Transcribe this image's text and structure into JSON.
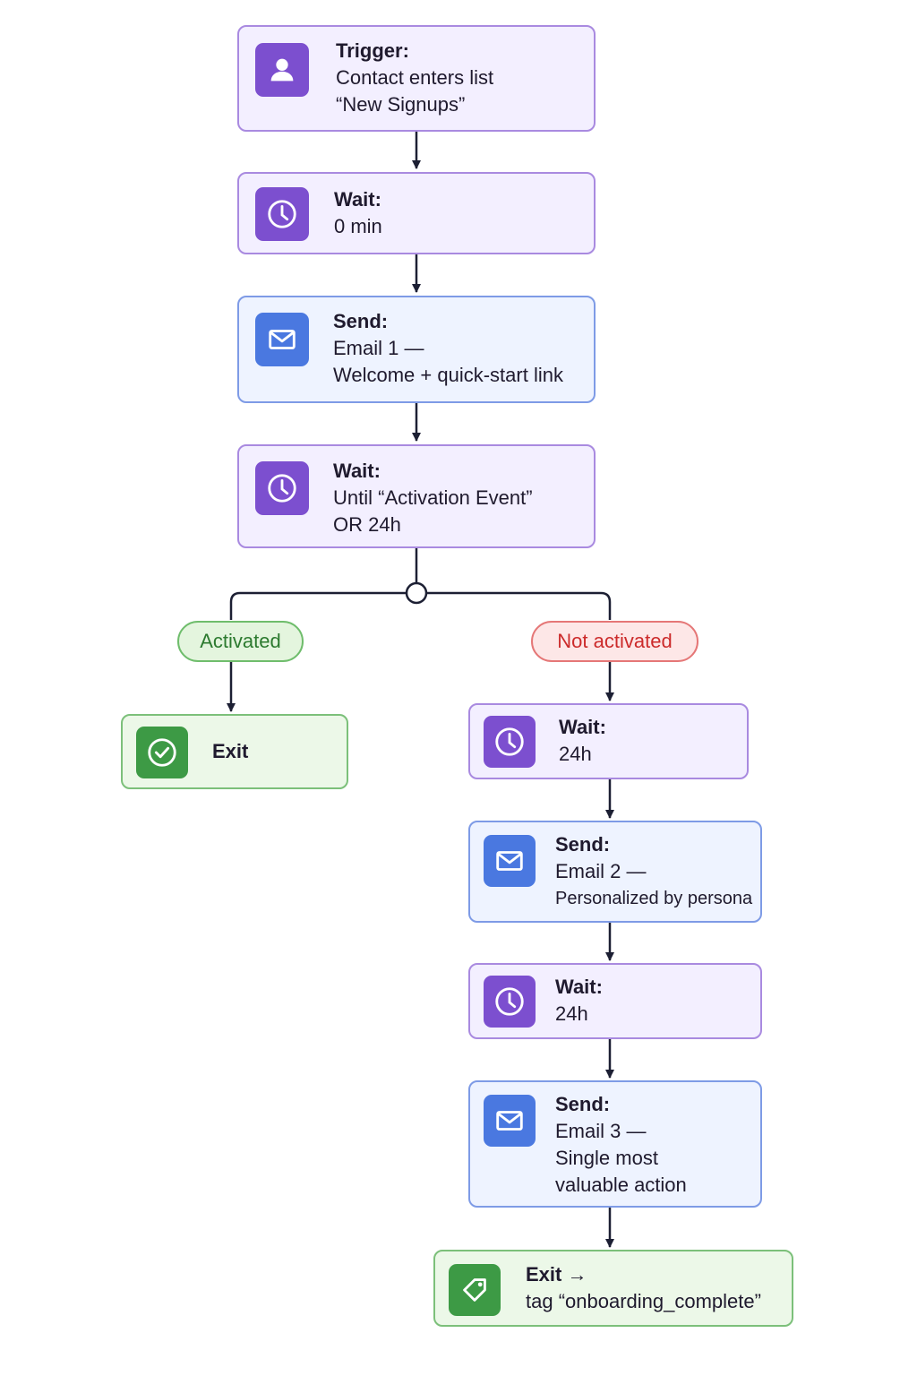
{
  "flow": {
    "trigger": {
      "title": "Trigger:",
      "lines": [
        "Contact enters list",
        "“New Signups”"
      ],
      "icon": "user-icon"
    },
    "wait_0": {
      "title": "Wait:",
      "lines": [
        "0 min"
      ],
      "icon": "clock-icon"
    },
    "send_1": {
      "title": "Send:",
      "lines": [
        "Email 1 —",
        "Welcome + quick-start link"
      ],
      "icon": "mail-icon"
    },
    "wait_activation": {
      "title": "Wait:",
      "lines": [
        "Until “Activation Event”",
        "OR 24h"
      ],
      "icon": "clock-icon"
    },
    "branch_activated": {
      "label": "Activated"
    },
    "branch_not_activated": {
      "label": "Not activated"
    },
    "exit_activated": {
      "title": "Exit",
      "icon": "check-circle-icon"
    },
    "wait_24h_a": {
      "title": "Wait:",
      "lines": [
        "24h"
      ],
      "icon": "clock-icon"
    },
    "send_2": {
      "title": "Send:",
      "lines": [
        "Email 2 —",
        "Personalized by persona"
      ],
      "icon": "mail-icon"
    },
    "wait_24h_b": {
      "title": "Wait:",
      "lines": [
        "24h"
      ],
      "icon": "clock-icon"
    },
    "send_3": {
      "title": "Send:",
      "lines": [
        "Email 3 —",
        "Single most",
        "valuable action"
      ],
      "icon": "mail-icon"
    },
    "exit_tag": {
      "title": "Exit →",
      "lines": [
        "tag “onboarding_complete”"
      ],
      "icon": "tag-icon"
    }
  },
  "colors": {
    "purple_fill": "#f3efff",
    "purple_border": "#a98ae0",
    "purple_icon": "#7c4fcf",
    "blue_fill": "#eef3ff",
    "blue_border": "#7e9be6",
    "blue_icon": "#4a78e0",
    "green_fill": "#ecf8e8",
    "green_border": "#7cc07a",
    "green_icon": "#3d9a45",
    "red_text": "#cc2b2b",
    "connector": "#1c1f33"
  }
}
